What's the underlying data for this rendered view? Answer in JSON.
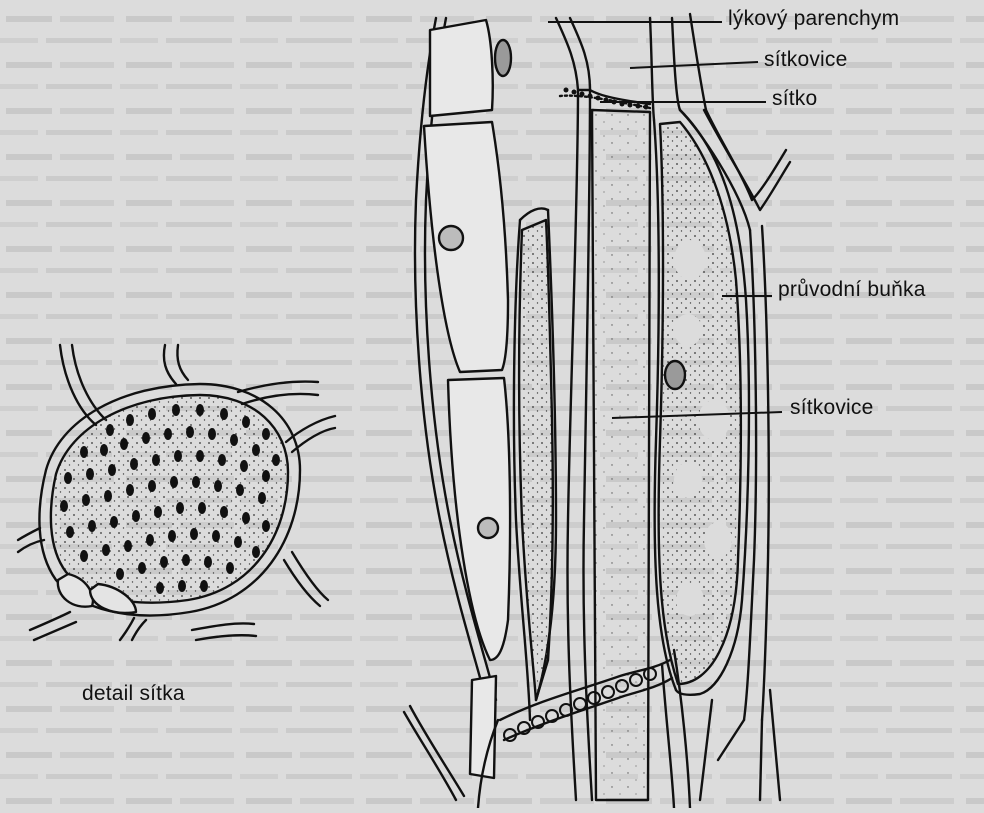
{
  "labels": {
    "lykovy_parenchym": "lýkový parenchym",
    "sitkovice_top": "sítkovice",
    "sitko": "sítko",
    "pruvodni_bunka": "průvodní buňka",
    "sitkovice_mid": "sítkovice",
    "detail_sitka": "detail sítka"
  }
}
